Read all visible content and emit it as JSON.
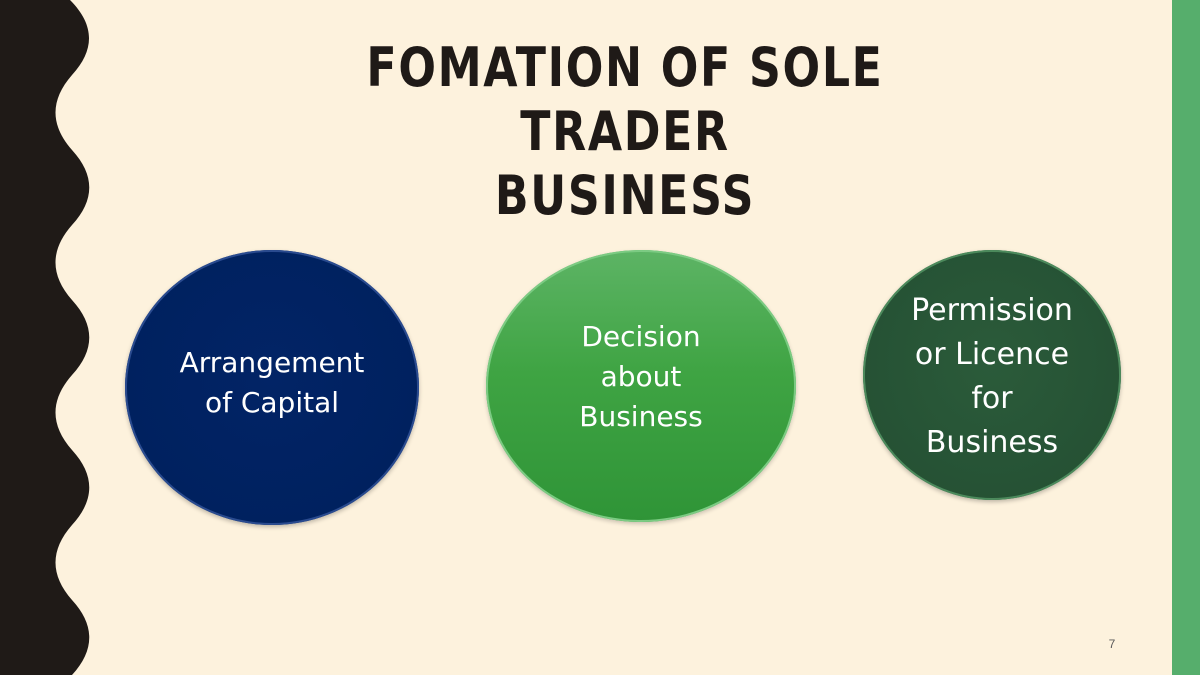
{
  "slide": {
    "title_line1": "FOMATION OF SOLE TRADER",
    "title_line2": "BUSINESS",
    "page_number": "7"
  },
  "circles": [
    {
      "text": "Arrangement\nof Capital",
      "color": "#00215F"
    },
    {
      "text": "Decision\nabout\nBusiness",
      "color": "#3FA443"
    },
    {
      "text": "Permission\nor Licence\nfor\nBusiness",
      "color": "#255134"
    }
  ],
  "theme": {
    "background": "#FDF2DD",
    "left_border": "#1F1A17",
    "right_bar": "#56AE6C",
    "title_color": "#1F1A17"
  }
}
